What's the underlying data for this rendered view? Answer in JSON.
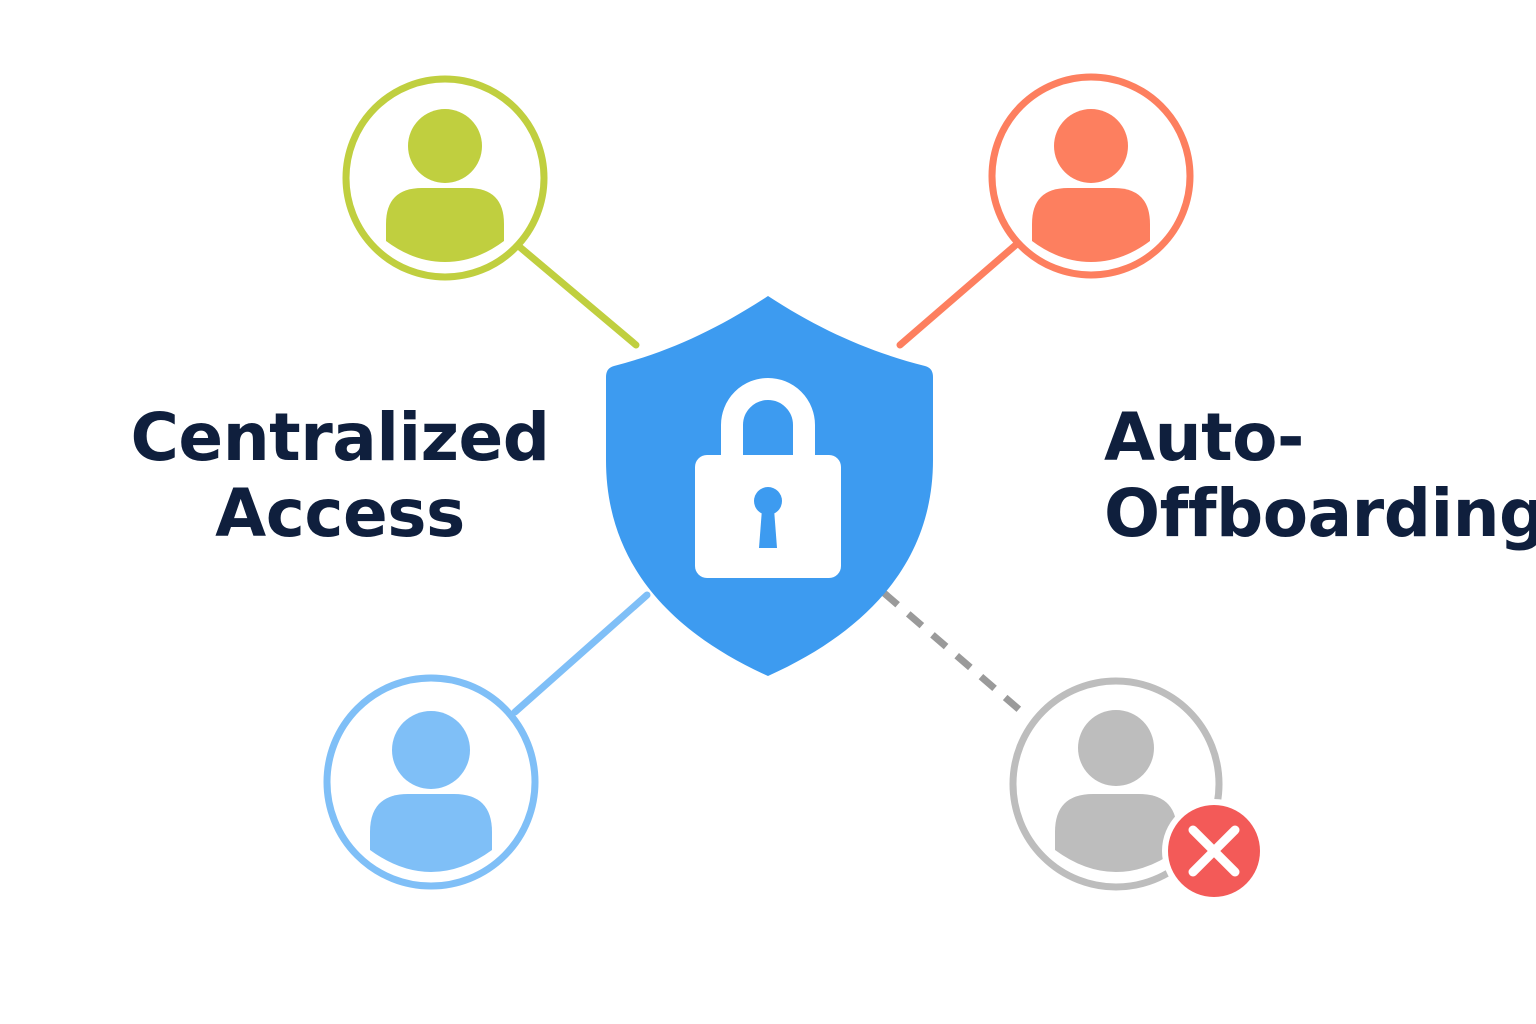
{
  "labels": {
    "left": {
      "line1": "Centralized",
      "line2": "Access"
    },
    "right": {
      "line1": "Auto-",
      "line2": "Offboarding"
    }
  },
  "icons": {
    "center": "shield-lock-icon",
    "users": [
      {
        "name": "user-icon-green",
        "color": "#c0cf3f",
        "connector": "solid",
        "status": "active"
      },
      {
        "name": "user-icon-orange",
        "color": "#fd7f5f",
        "connector": "solid",
        "status": "active"
      },
      {
        "name": "user-icon-blue",
        "color": "#7fbff7",
        "connector": "solid",
        "status": "active"
      },
      {
        "name": "user-icon-gray",
        "color": "#bdbdbd",
        "connector": "dashed",
        "status": "removed"
      }
    ],
    "removed_badge": "close-icon"
  },
  "colors": {
    "shield": "#3d9bf0",
    "text": "#0f1f3d",
    "removed_badge": "#f35a58"
  }
}
